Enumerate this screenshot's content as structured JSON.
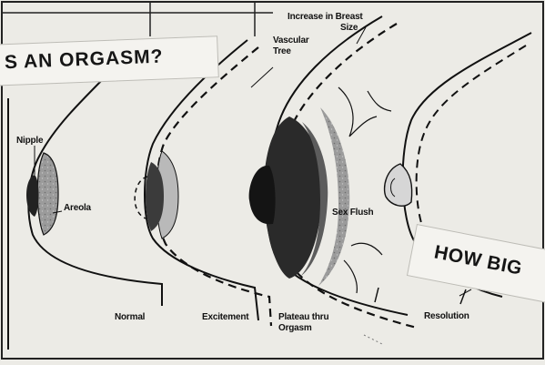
{
  "headline_top": "S AN ORGASM?",
  "headline_right": "HOW BIG",
  "labels": {
    "nipple": "Nipple",
    "areola": "Areola",
    "increase_line1": "Increase in Breast",
    "increase_line2": "Size",
    "vascular_line1": "Vascular",
    "vascular_line2": "Tree",
    "sex_flush": "Sex Flush"
  },
  "stages": {
    "normal": "Normal",
    "excitement": "Excitement",
    "plateau_line1": "Plateau thru",
    "plateau_line2": "Orgasm",
    "resolution": "Resolution"
  },
  "colors": {
    "paper": "#ecebe6",
    "ink": "#111111",
    "shade_dark": "#2a2a2a",
    "shade_mid": "#6b6b6b",
    "shade_light": "#a9a9a9"
  }
}
